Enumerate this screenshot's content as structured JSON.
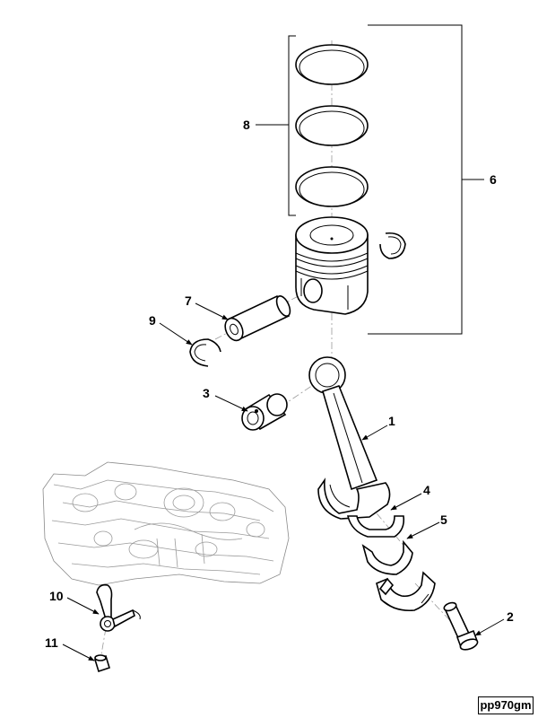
{
  "callouts": {
    "c1": "1",
    "c2": "2",
    "c3": "3",
    "c4": "4",
    "c5": "5",
    "c6": "6",
    "c7": "7",
    "c8": "8",
    "c9": "9",
    "c10": "10",
    "c11": "11"
  },
  "figure_id": "pp970gm"
}
